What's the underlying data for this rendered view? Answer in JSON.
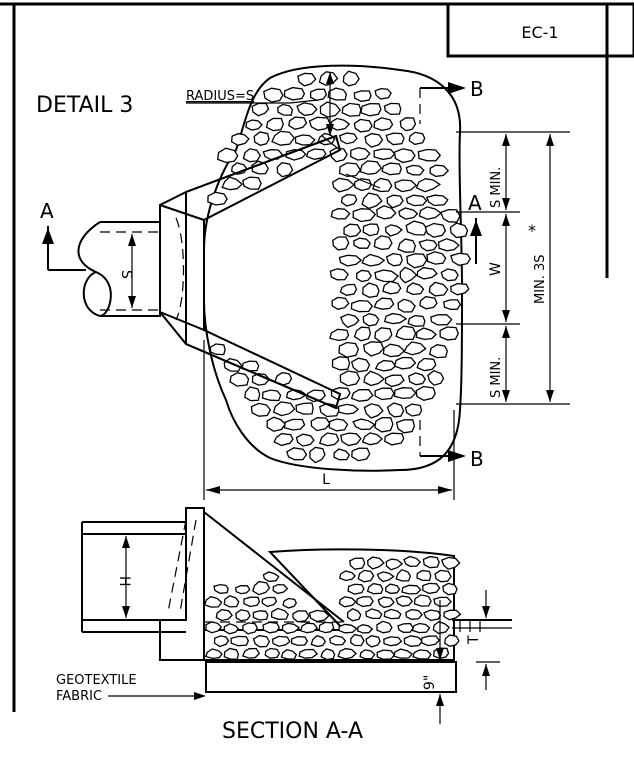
{
  "sheet": {
    "code": "EC-1"
  },
  "detail": {
    "title": "DETAIL 3",
    "radius_label": "RADIUS=S",
    "section_mark_a": "A",
    "section_mark_b": "B",
    "pipe_label": "S",
    "dims": {
      "s_min_top": "S MIN.",
      "w": "W",
      "s_min_bottom": "S MIN.",
      "min_3s": "MIN. 3S",
      "asterisk": "*",
      "length": "L"
    }
  },
  "section": {
    "title": "SECTION A-A",
    "height_label": "H",
    "thickness_label": "T",
    "depth_label": "9\"",
    "fabric_label_line1": "GEOTEXTILE",
    "fabric_label_line2": "FABRIC"
  }
}
